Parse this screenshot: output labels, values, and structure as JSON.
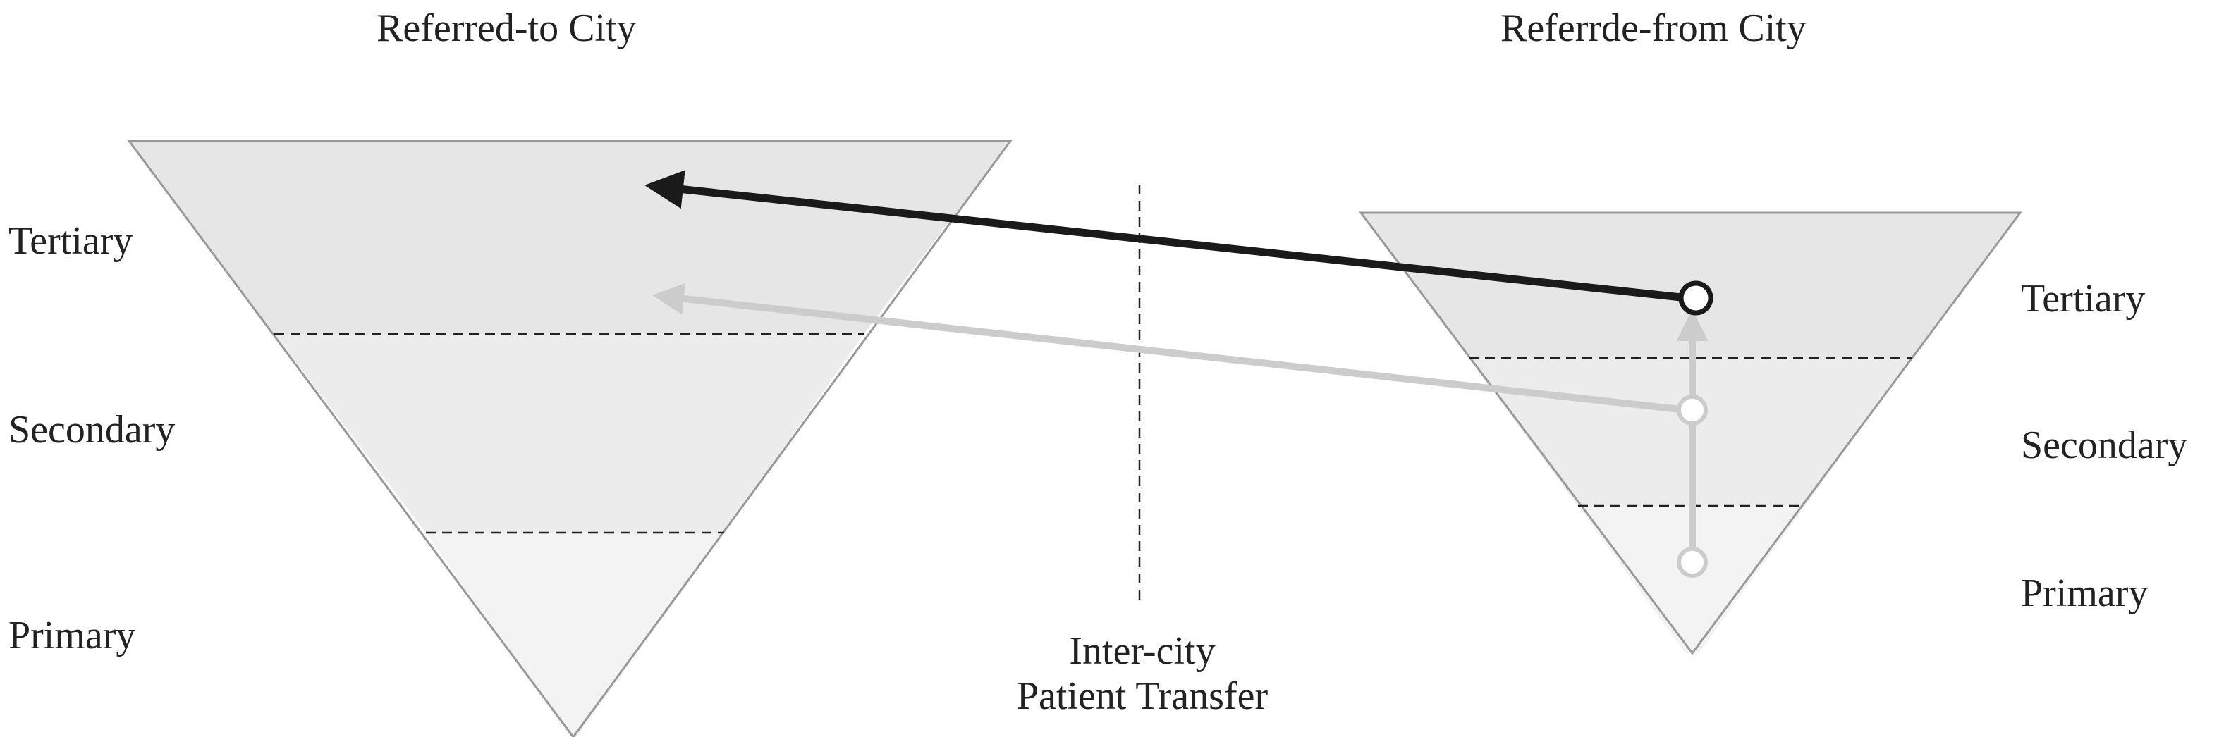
{
  "left_city": {
    "title": "Referred-to City",
    "levels": {
      "tertiary": "Tertiary",
      "secondary": "Secondary",
      "primary": "Primary"
    }
  },
  "right_city": {
    "title": "Referrde-from City",
    "levels": {
      "tertiary": "Tertiary",
      "secondary": "Secondary",
      "primary": "Primary"
    }
  },
  "center_caption": {
    "line1": "Inter-city",
    "line2": "Patient Transfer"
  },
  "colors": {
    "pyramid_fill_top": "#e6e6e6",
    "pyramid_fill_middle": "#ececec",
    "pyramid_fill_bottom": "#f3f3f3",
    "pyramid_outline": "#999999",
    "transfer_arrow_main": "#1a1a1a",
    "transfer_arrow_faded": "#cccccc",
    "divider": "#222222"
  }
}
